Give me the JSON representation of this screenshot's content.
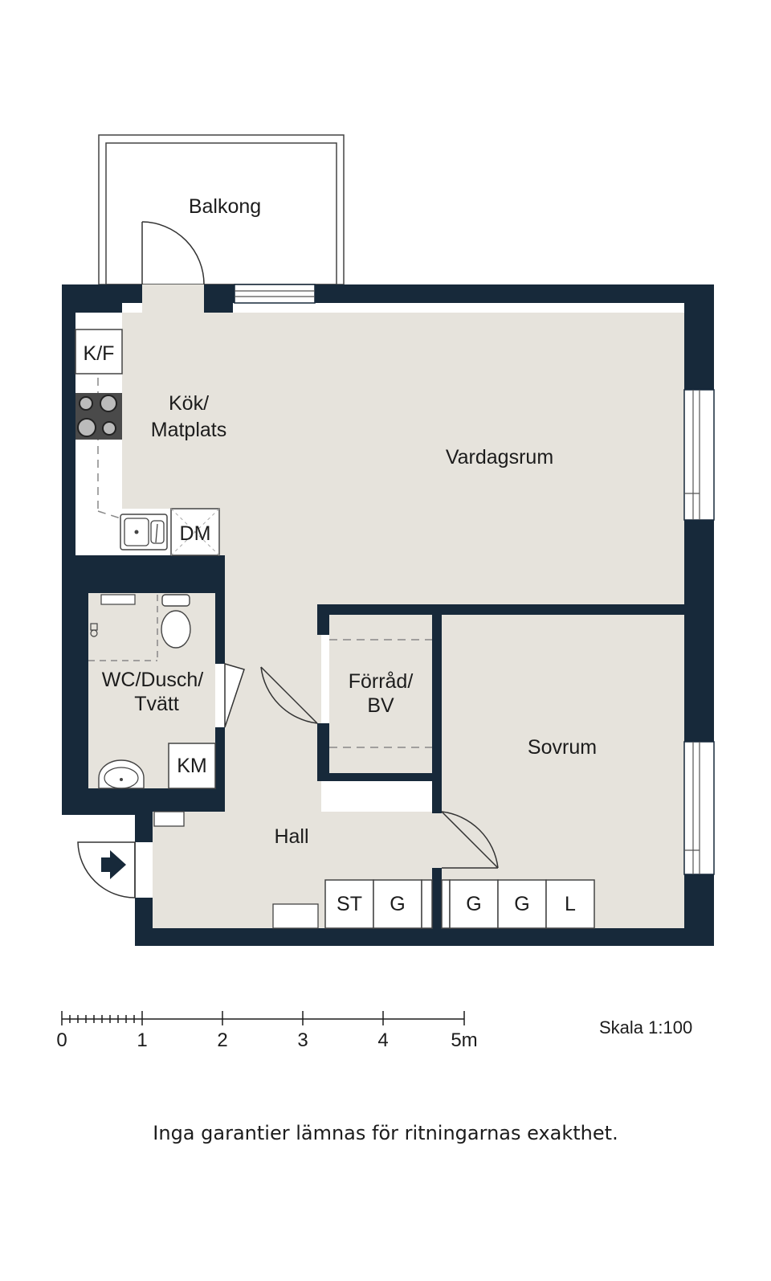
{
  "colors": {
    "wall": "#17293a",
    "floor": "#e6e3dc",
    "fixture": "#ffffff",
    "line": "#555555",
    "text": "#1c1c1c"
  },
  "rooms": {
    "balcony": "Balkong",
    "kitchen_line1": "Kök/",
    "kitchen_line2": "Matplats",
    "living": "Vardagsrum",
    "bathroom_line1": "WC/Dusch/",
    "bathroom_line2": "Tvätt",
    "storage_line1": "Förråd/",
    "storage_line2": "BV",
    "bedroom": "Sovrum",
    "hall": "Hall"
  },
  "fixtures": {
    "fridge_freezer": "K/F",
    "dishwasher": "DM",
    "washing_machine": "KM",
    "closets": [
      "ST",
      "G",
      "G",
      "G",
      "L"
    ]
  },
  "scale_bar": {
    "tick_labels": [
      "0",
      "1",
      "2",
      "3",
      "4",
      "5m"
    ],
    "scale_text": "Skala 1:100"
  },
  "icons": {
    "entrance": "entrance-arrow-icon",
    "stove": "stove-icon",
    "sink": "sink-icon",
    "toilet": "toilet-icon",
    "washbasin": "washbasin-icon",
    "shower": "shower-icon"
  },
  "disclaimer": "Inga garantier lämnas för ritningarnas exakthet."
}
